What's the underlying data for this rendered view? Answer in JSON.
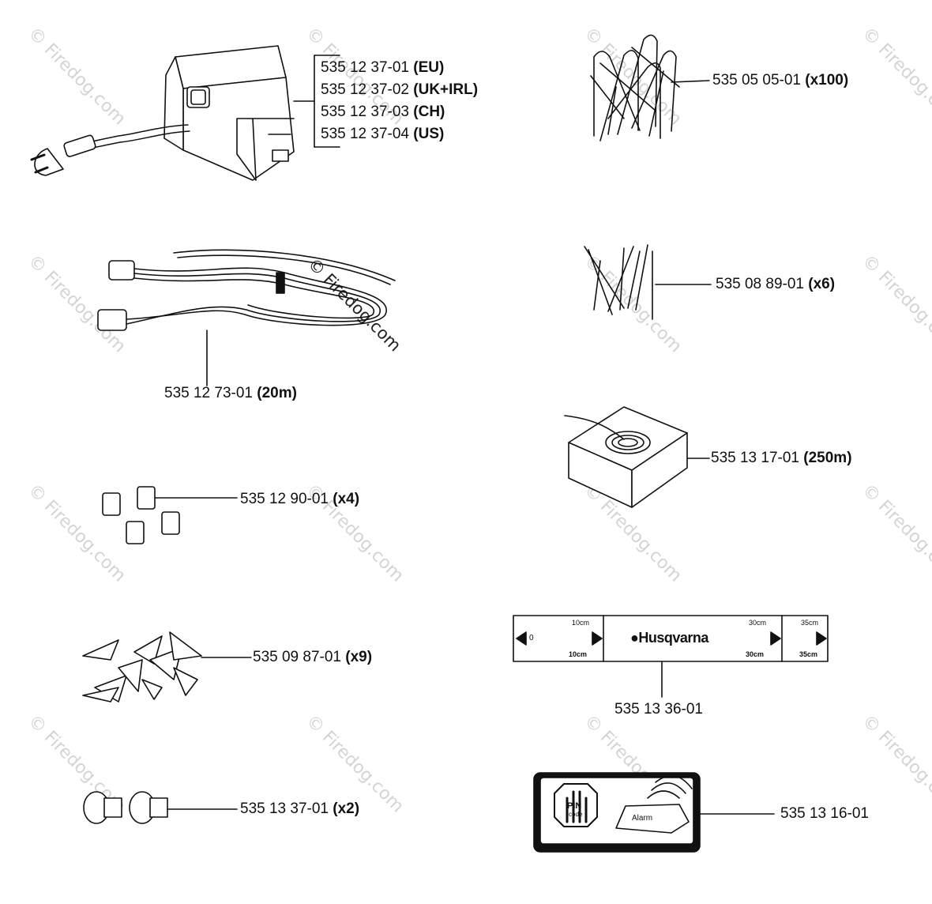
{
  "watermark": "© Firedog.com",
  "parts": {
    "transformer": {
      "codes": [
        {
          "num": "535 12 37-01",
          "suffix": "(EU)"
        },
        {
          "num": "535 12 37-02",
          "suffix": "(UK+IRL)"
        },
        {
          "num": "535 12 37-03",
          "suffix": "(CH)"
        },
        {
          "num": "535 12 37-04",
          "suffix": "(US)"
        }
      ]
    },
    "u_pegs": {
      "num": "535 05 05-01",
      "suffix": "(x100)"
    },
    "cable": {
      "num": "535 12 73-01",
      "suffix": "(20m)"
    },
    "straight_pegs": {
      "num": "535 08 89-01",
      "suffix": "(x6)"
    },
    "wire_box": {
      "num": "535 13 17-01",
      "suffix": "(250m)"
    },
    "connectors": {
      "num": "535 12 90-01",
      "suffix": "(x4)"
    },
    "blades": {
      "num": "535 09 87-01",
      "suffix": "(x9)"
    },
    "ruler": {
      "num": "535 13 36-01"
    },
    "couplers": {
      "num": "535 13 37-01",
      "suffix": "(x2)"
    },
    "sticker": {
      "num": "535 13 16-01"
    }
  },
  "ruler": {
    "brand": "Husqvarna",
    "zero": "0",
    "ten_top": "10cm",
    "ten_bottom": "10cm",
    "thirty_top": "30cm",
    "thirty_bottom": "30cm",
    "thirtyfive_top": "35cm",
    "thirtyfive_bottom": "35cm"
  },
  "sticker": {
    "pin": "PIN",
    "pin_sub": "code",
    "alarm": "Alarm"
  }
}
